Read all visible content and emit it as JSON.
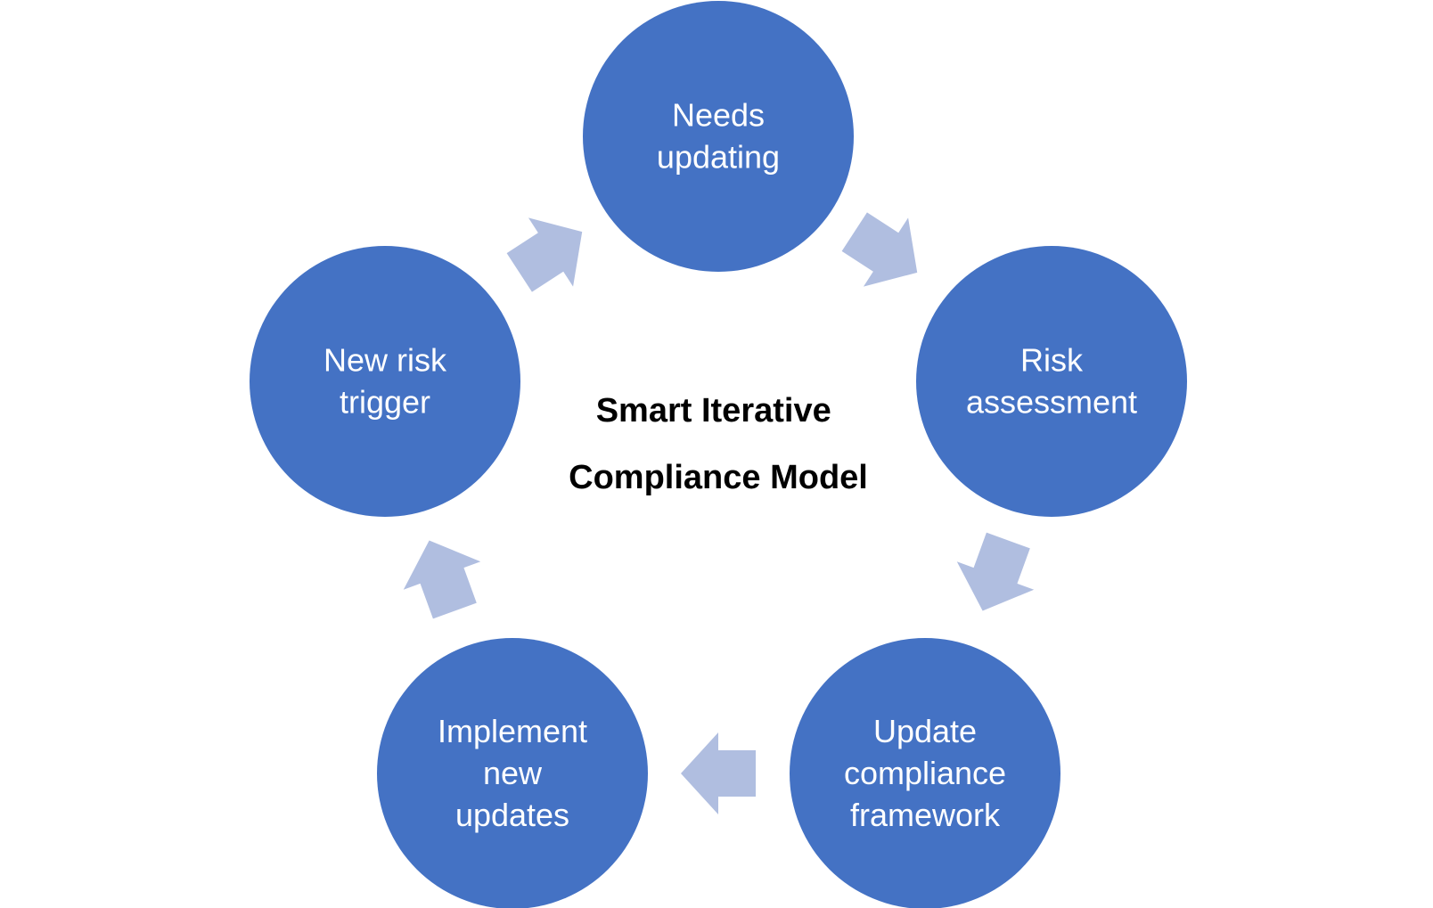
{
  "diagram": {
    "center_title_lines": [
      "Smart Iterative",
      "Compliance Model"
    ],
    "colors": {
      "node_fill": "#4472C4",
      "arrow_fill": "#B0BEE0",
      "node_text": "#FFFFFF",
      "center_text": "#000000",
      "background": "#FFFFFF"
    },
    "nodes": [
      {
        "id": "needs-updating",
        "lines": [
          "Needs",
          "updating"
        ]
      },
      {
        "id": "risk-assessment",
        "lines": [
          "Risk",
          "assessment"
        ]
      },
      {
        "id": "update-compliance-framework",
        "lines": [
          "Update",
          "compliance",
          "framework"
        ]
      },
      {
        "id": "implement-new-updates",
        "lines": [
          "Implement",
          "new",
          "updates"
        ]
      },
      {
        "id": "new-risk-trigger",
        "lines": [
          "New risk",
          "trigger"
        ]
      }
    ],
    "flow": "clockwise"
  }
}
